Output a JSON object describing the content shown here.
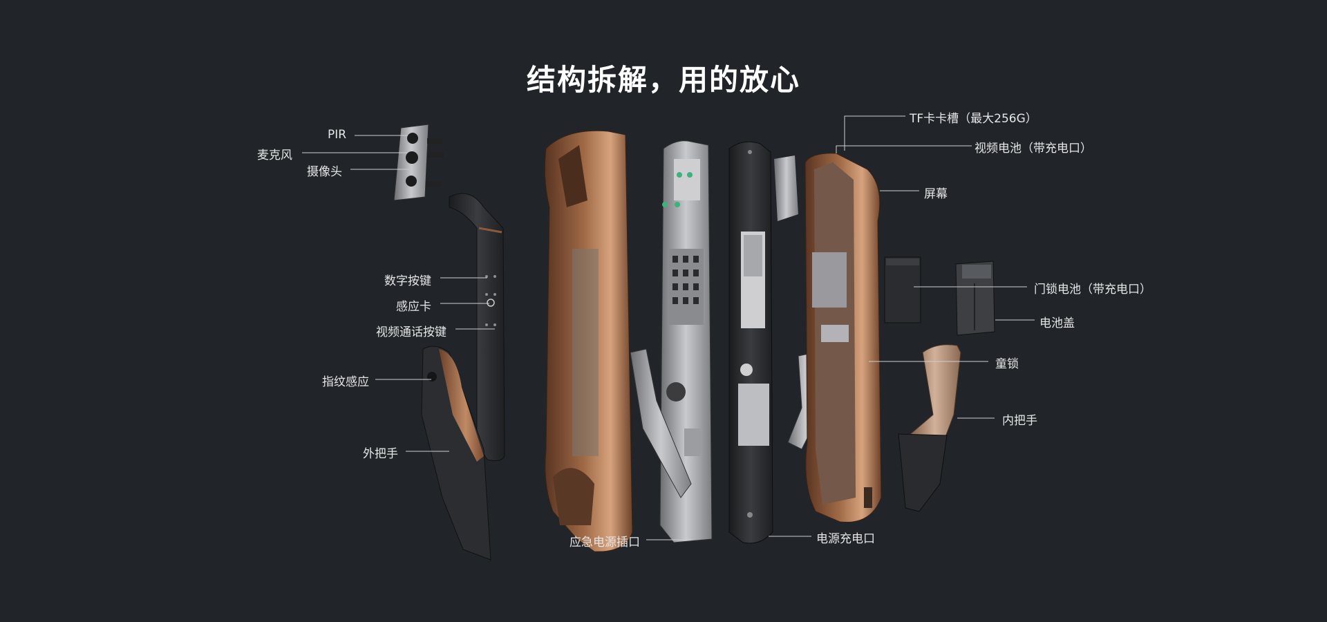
{
  "title": "结构拆解，用的放心",
  "labels": {
    "pir": "PIR",
    "mic": "麦克风",
    "camera": "摄像头",
    "keypad": "数字按键",
    "card": "感应卡",
    "video_call_key": "视频通话按键",
    "fingerprint": "指纹感应",
    "outer_handle": "外把手",
    "emergency_port": "应急电源插口",
    "power_port": "电源充电口",
    "tf_slot": "TF卡卡槽（最大256G）",
    "video_battery": "视频电池（带充电口）",
    "screen": "屏幕",
    "lock_battery": "门锁电池（带充电口）",
    "battery_cover": "电池盖",
    "child_lock": "童锁",
    "inner_handle": "内把手"
  },
  "colors": {
    "background": "#212529",
    "bronze": "#8a5a3c",
    "silver": "#a9a9ad",
    "dark_panel": "#2b2d30",
    "leader_line": "#cfcfcf"
  }
}
